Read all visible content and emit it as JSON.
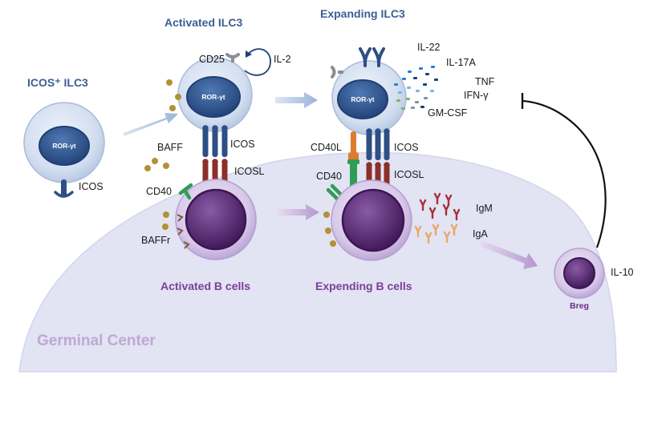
{
  "ilc3": {
    "icos_pos": "ICOS⁺ ILC3",
    "activated": "Activated ILC3",
    "expanding": "Expanding ILC3",
    "ror_gt": "ROR-γt"
  },
  "bcells": {
    "activated": "Activated B cells",
    "expanding": "Expending B cells",
    "breg": "Breg"
  },
  "region": {
    "germinal_center": "Germinal Center"
  },
  "molecules": {
    "icos": "ICOS",
    "icosl": "ICOSL",
    "cd25": "CD25",
    "il2": "IL-2",
    "baff": "BAFF",
    "baffr": "BAFFr",
    "cd40": "CD40",
    "cd40l": "CD40L",
    "il10": "IL-10",
    "igm": "IgM",
    "iga": "IgA"
  },
  "cytokines": [
    "IL-22",
    "IL-17A",
    "TNF",
    "IFN-γ",
    "GM-CSF"
  ],
  "colors": {
    "ilc_blue": "#3a5f96",
    "b_purple": "#7b3f97",
    "germinal_center": "#e2e3f3",
    "icosl_red": "#8c2f2a",
    "cd40_green": "#2e9d55",
    "cd40l_orange": "#e07b2c",
    "baff_gold": "#b39134",
    "igm_red": "#a53139",
    "iga_peach": "#e8a866"
  }
}
